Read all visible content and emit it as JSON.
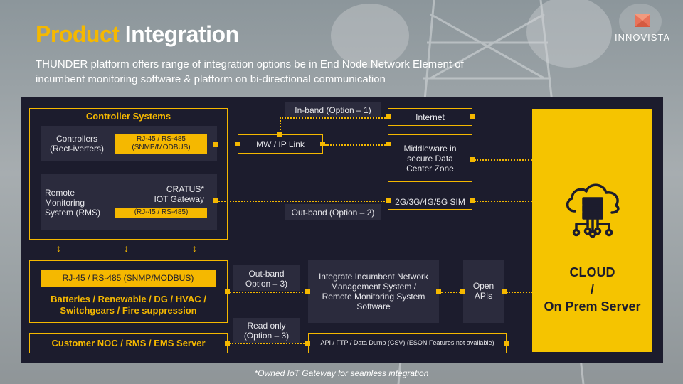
{
  "header": {
    "title_accent": "Product",
    "title_rest": "Integration",
    "subtitle": "THUNDER platform offers range of integration options be in End Node Network Element of incumbent monitoring software & platform on bi-directional communication"
  },
  "logo": {
    "text": "INNOVISTA"
  },
  "diagram": {
    "controller_systems": "Controller Systems",
    "controllers_label": "Controllers\n(Rect-iverters)",
    "controllers_port": "RJ-45 / RS-485\n(SNMP/MODBUS)",
    "rms_label": "Remote\nMonitoring\nSystem (RMS)",
    "cratus_label": "CRATUS*\nIOT Gateway",
    "rms_port": "(RJ-45 / RS-485)",
    "in_band": "In-band (Option – 1)",
    "internet": "Internet",
    "mw_ip_link": "MW / IP Link",
    "middleware": "Middleware in\nsecure Data\nCenter Zone",
    "sim": "2G/3G/4G/5G SIM",
    "out_band_2": "Out-band (Option – 2)",
    "battery_port": "RJ-45 / RS-485 (SNMP/MODBUS)",
    "battery_label": "Batteries / Renewable / DG / HVAC /\nSwitchgears / Fire suppression",
    "out_band_3": "Out-band\nOption – 3)",
    "incumbent_nms": "Integrate Incumbent Network\nManagement System /\nRemote Monitoring System\nSoftware",
    "open_apis": "Open\nAPIs",
    "customer_noc": "Customer NOC / RMS / EMS Server",
    "read_only": "Read only\n(Option – 3)",
    "api_dump": "API / FTP / Data Dump (CSV) (ESON Features not available)",
    "cloud_label": "CLOUD\n/\nOn Prem Server"
  },
  "footnote": "*Owned IoT Gateway for seamless integration",
  "colors": {
    "accent": "#f5b800",
    "panel": "#1c1c2d",
    "box": "#2b2b3d",
    "cloud": "#f5c400"
  },
  "icons": [
    "cloud-server-icon",
    "innovista-logo-icon"
  ]
}
